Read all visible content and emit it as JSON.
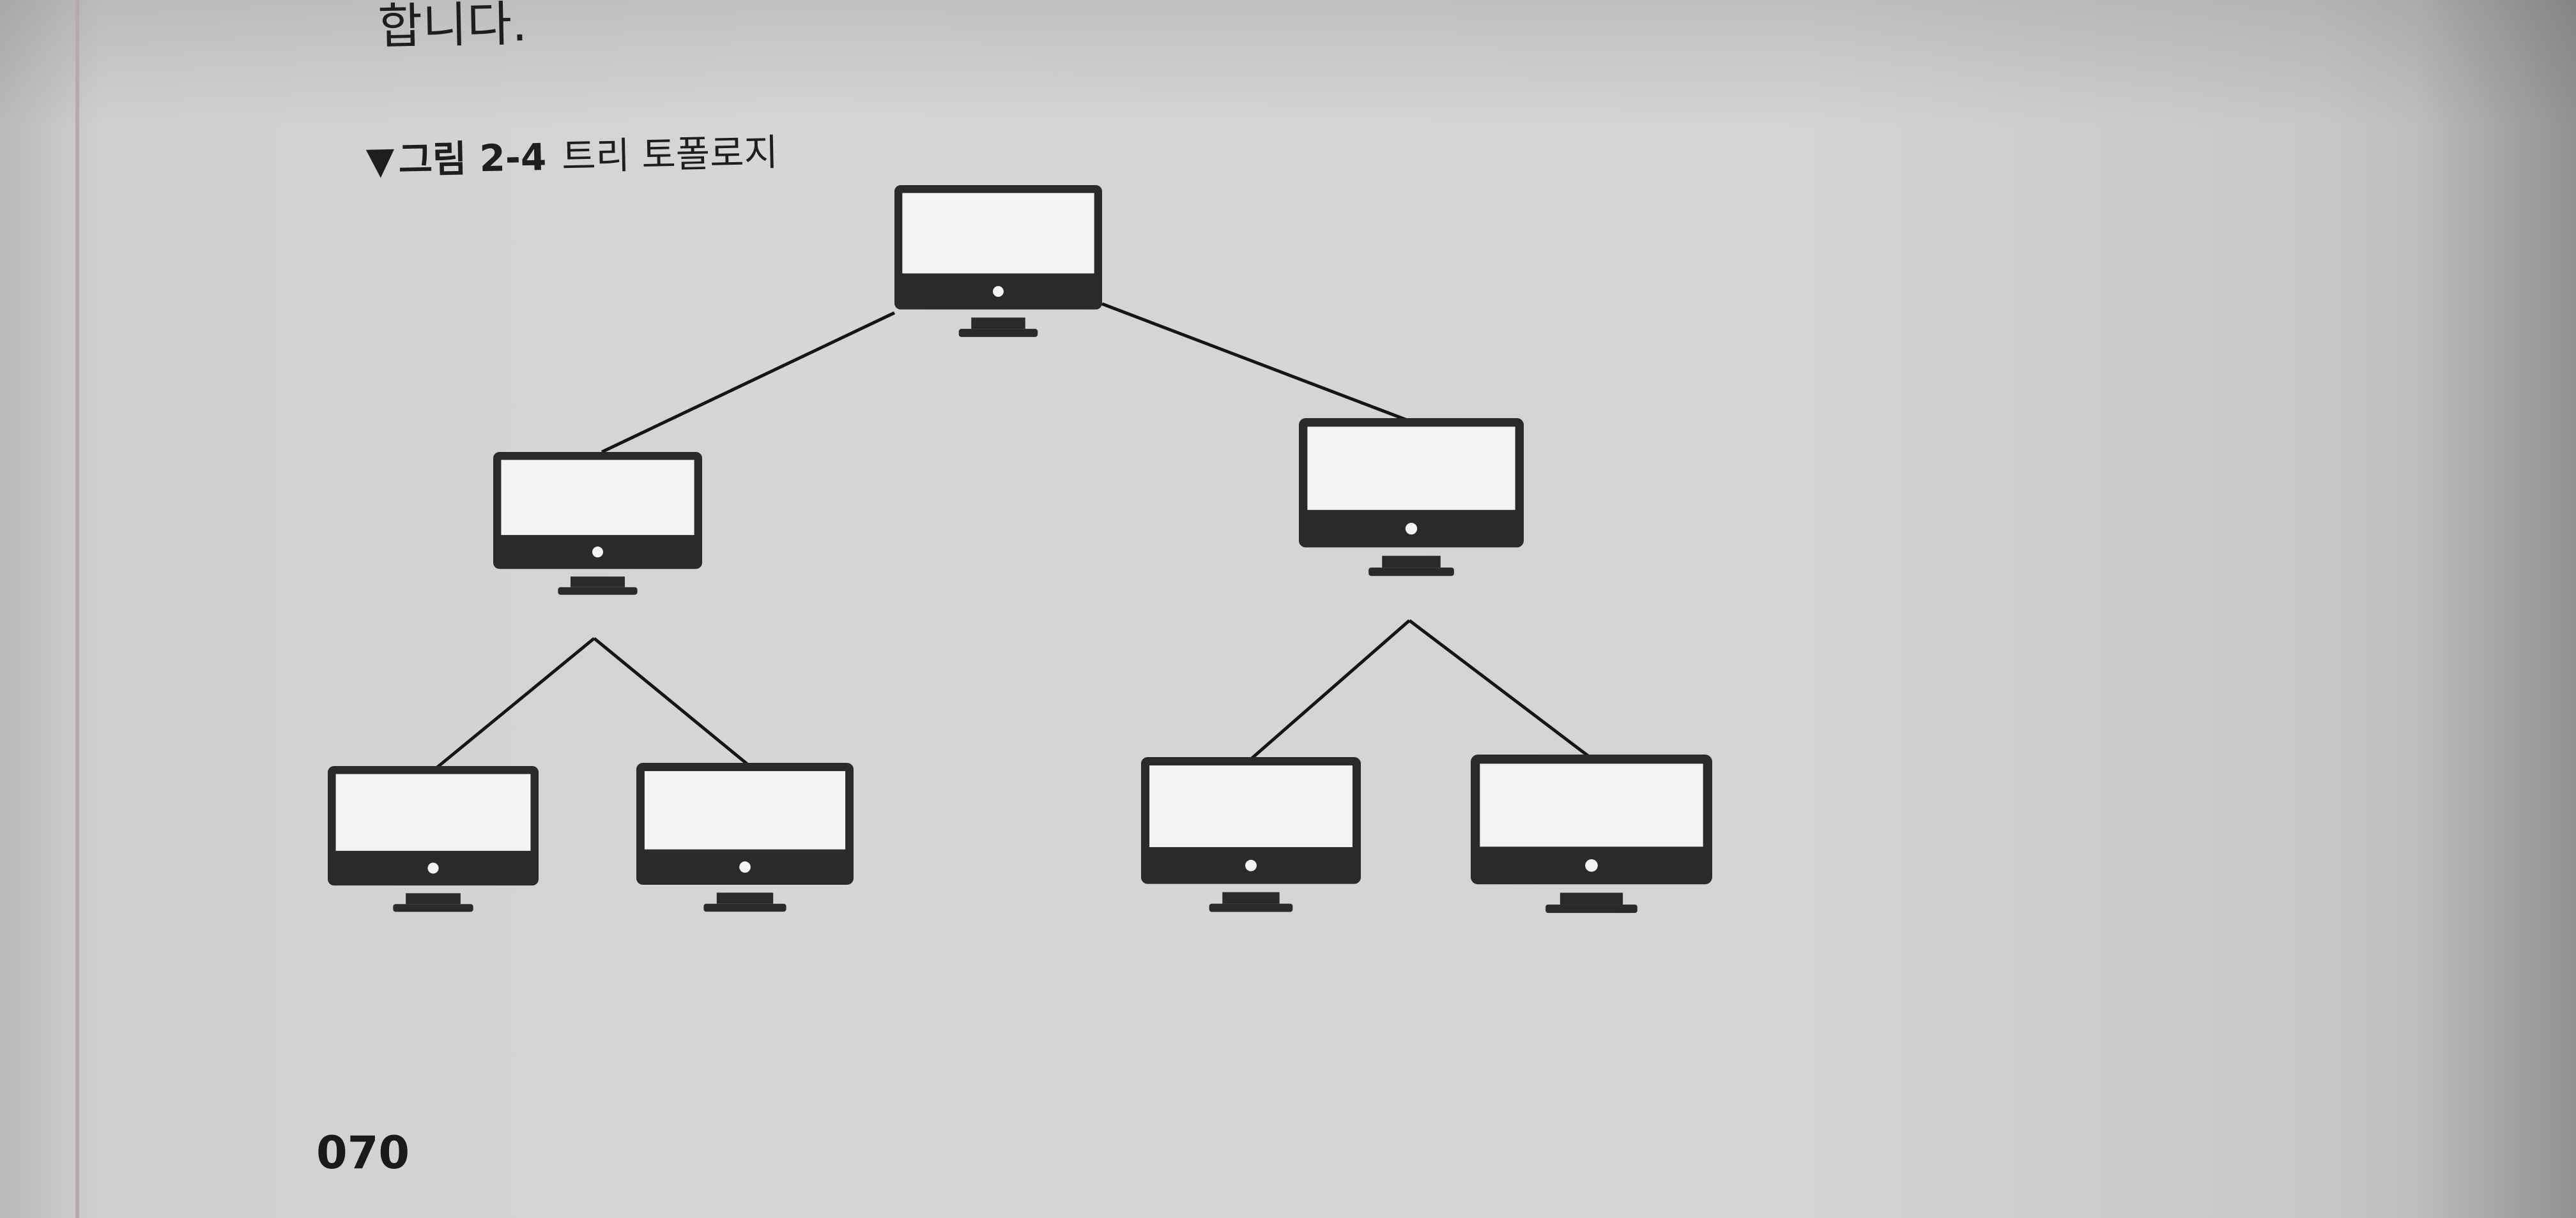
{
  "body_text": "합니다.",
  "figure": {
    "marker": "▼",
    "number": "그림 2-4",
    "title": "트리 토폴로지"
  },
  "page_number": "070",
  "diagram": {
    "nodes": [
      {
        "id": "root",
        "icon": "computer-monitor-icon"
      },
      {
        "id": "level1-left",
        "icon": "computer-monitor-icon"
      },
      {
        "id": "level1-right",
        "icon": "computer-monitor-icon"
      },
      {
        "id": "leaf-1",
        "icon": "computer-monitor-icon"
      },
      {
        "id": "leaf-2",
        "icon": "computer-monitor-icon"
      },
      {
        "id": "leaf-3",
        "icon": "computer-monitor-icon"
      },
      {
        "id": "leaf-4",
        "icon": "computer-monitor-icon"
      }
    ],
    "edges": [
      [
        "root",
        "level1-left"
      ],
      [
        "root",
        "level1-right"
      ],
      [
        "level1-left",
        "leaf-1"
      ],
      [
        "level1-left",
        "leaf-2"
      ],
      [
        "level1-right",
        "leaf-3"
      ],
      [
        "level1-right",
        "leaf-4"
      ]
    ]
  }
}
